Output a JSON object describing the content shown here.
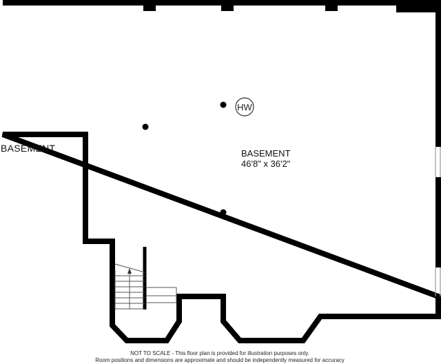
{
  "plan": {
    "outside_label": "BASEMENT",
    "room": {
      "name": "BASEMENT",
      "dimensions": "46'8\" x 36'2\""
    },
    "fixture": {
      "label": "HW"
    },
    "disclaimer": {
      "line1": "NOT TO SCALE - This floor plan is provided for illustration purposes only.",
      "line2": "Room positions and dimensions are approximate and should be independently measured for accuracy"
    }
  }
}
